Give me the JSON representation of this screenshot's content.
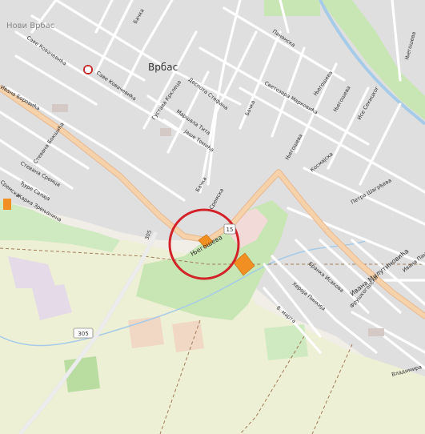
{
  "map": {
    "city_label": "Врбас",
    "district_label": "Нови Врбас",
    "road_number": "305",
    "road_number_short": "15",
    "highlight_circle_color": "#d3232a",
    "pharmacy_icon": "red-cross-icon",
    "streets": {
      "panonska": "Панонска",
      "bachka": "Бачка",
      "bachka2": "Бачка",
      "bachka3": "Бачка",
      "savo_kovachevic_1": "Саве Ковачевића",
      "savo_kovachevic_2": "Саве Ковачевића",
      "despota_stefana": "Деспота Стефана",
      "svetozara_markovica": "Светозара Марковића",
      "njegoseva_top": "Његошева",
      "njegoseva_1": "Његошева",
      "njegoseva_2": "Његошева",
      "njegoseva_3": "Његошева",
      "njegoseva_main": "Његошева",
      "ise_sekicki": "Исе Секицког",
      "ivana_milutinovica": "Ивана Милутиновића",
      "ivana_milutinovica_short": "Ивана Милутиновића",
      "stevana_sremca": "Стевана Сремца",
      "djure_salaja": "Ђуре Салаја",
      "zarka_zrenjanina": "Жарка Зрењанина",
      "stevana_boksica": "Стевана Бокшића",
      "ivana_bozovica": "Ивана Боровића",
      "gustava_krklca": "Густава Крклеца",
      "marsala_tita": "Маршала Тита",
      "jase_tomica": "Јаше Томића",
      "kosmajska": "Космајска",
      "petra_sagrgeva": "Петра Шагрђева",
      "branka_isakova": "Бранка Исакова",
      "heroja_pinkija": "Хероја Пинкија",
      "frushkogorska": "Фрушкогорска",
      "b_marta": "8. марта",
      "vladimira": "Владимира",
      "ivana_panic": "Ивана Панић",
      "sedmog_jula": "Сремска",
      "edge_label": "Сремска"
    }
  }
}
